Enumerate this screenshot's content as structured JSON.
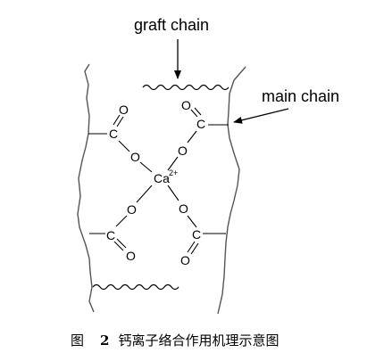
{
  "labels": {
    "graft_chain": "graft chain",
    "main_chain": "main chain"
  },
  "atoms": {
    "carbon": "C",
    "oxygen": "O",
    "calcium": "Ca",
    "calcium_charge": "2+"
  },
  "caption": {
    "prefix": "图",
    "number": "2",
    "text": "钙离子络合作用机理示意图"
  }
}
